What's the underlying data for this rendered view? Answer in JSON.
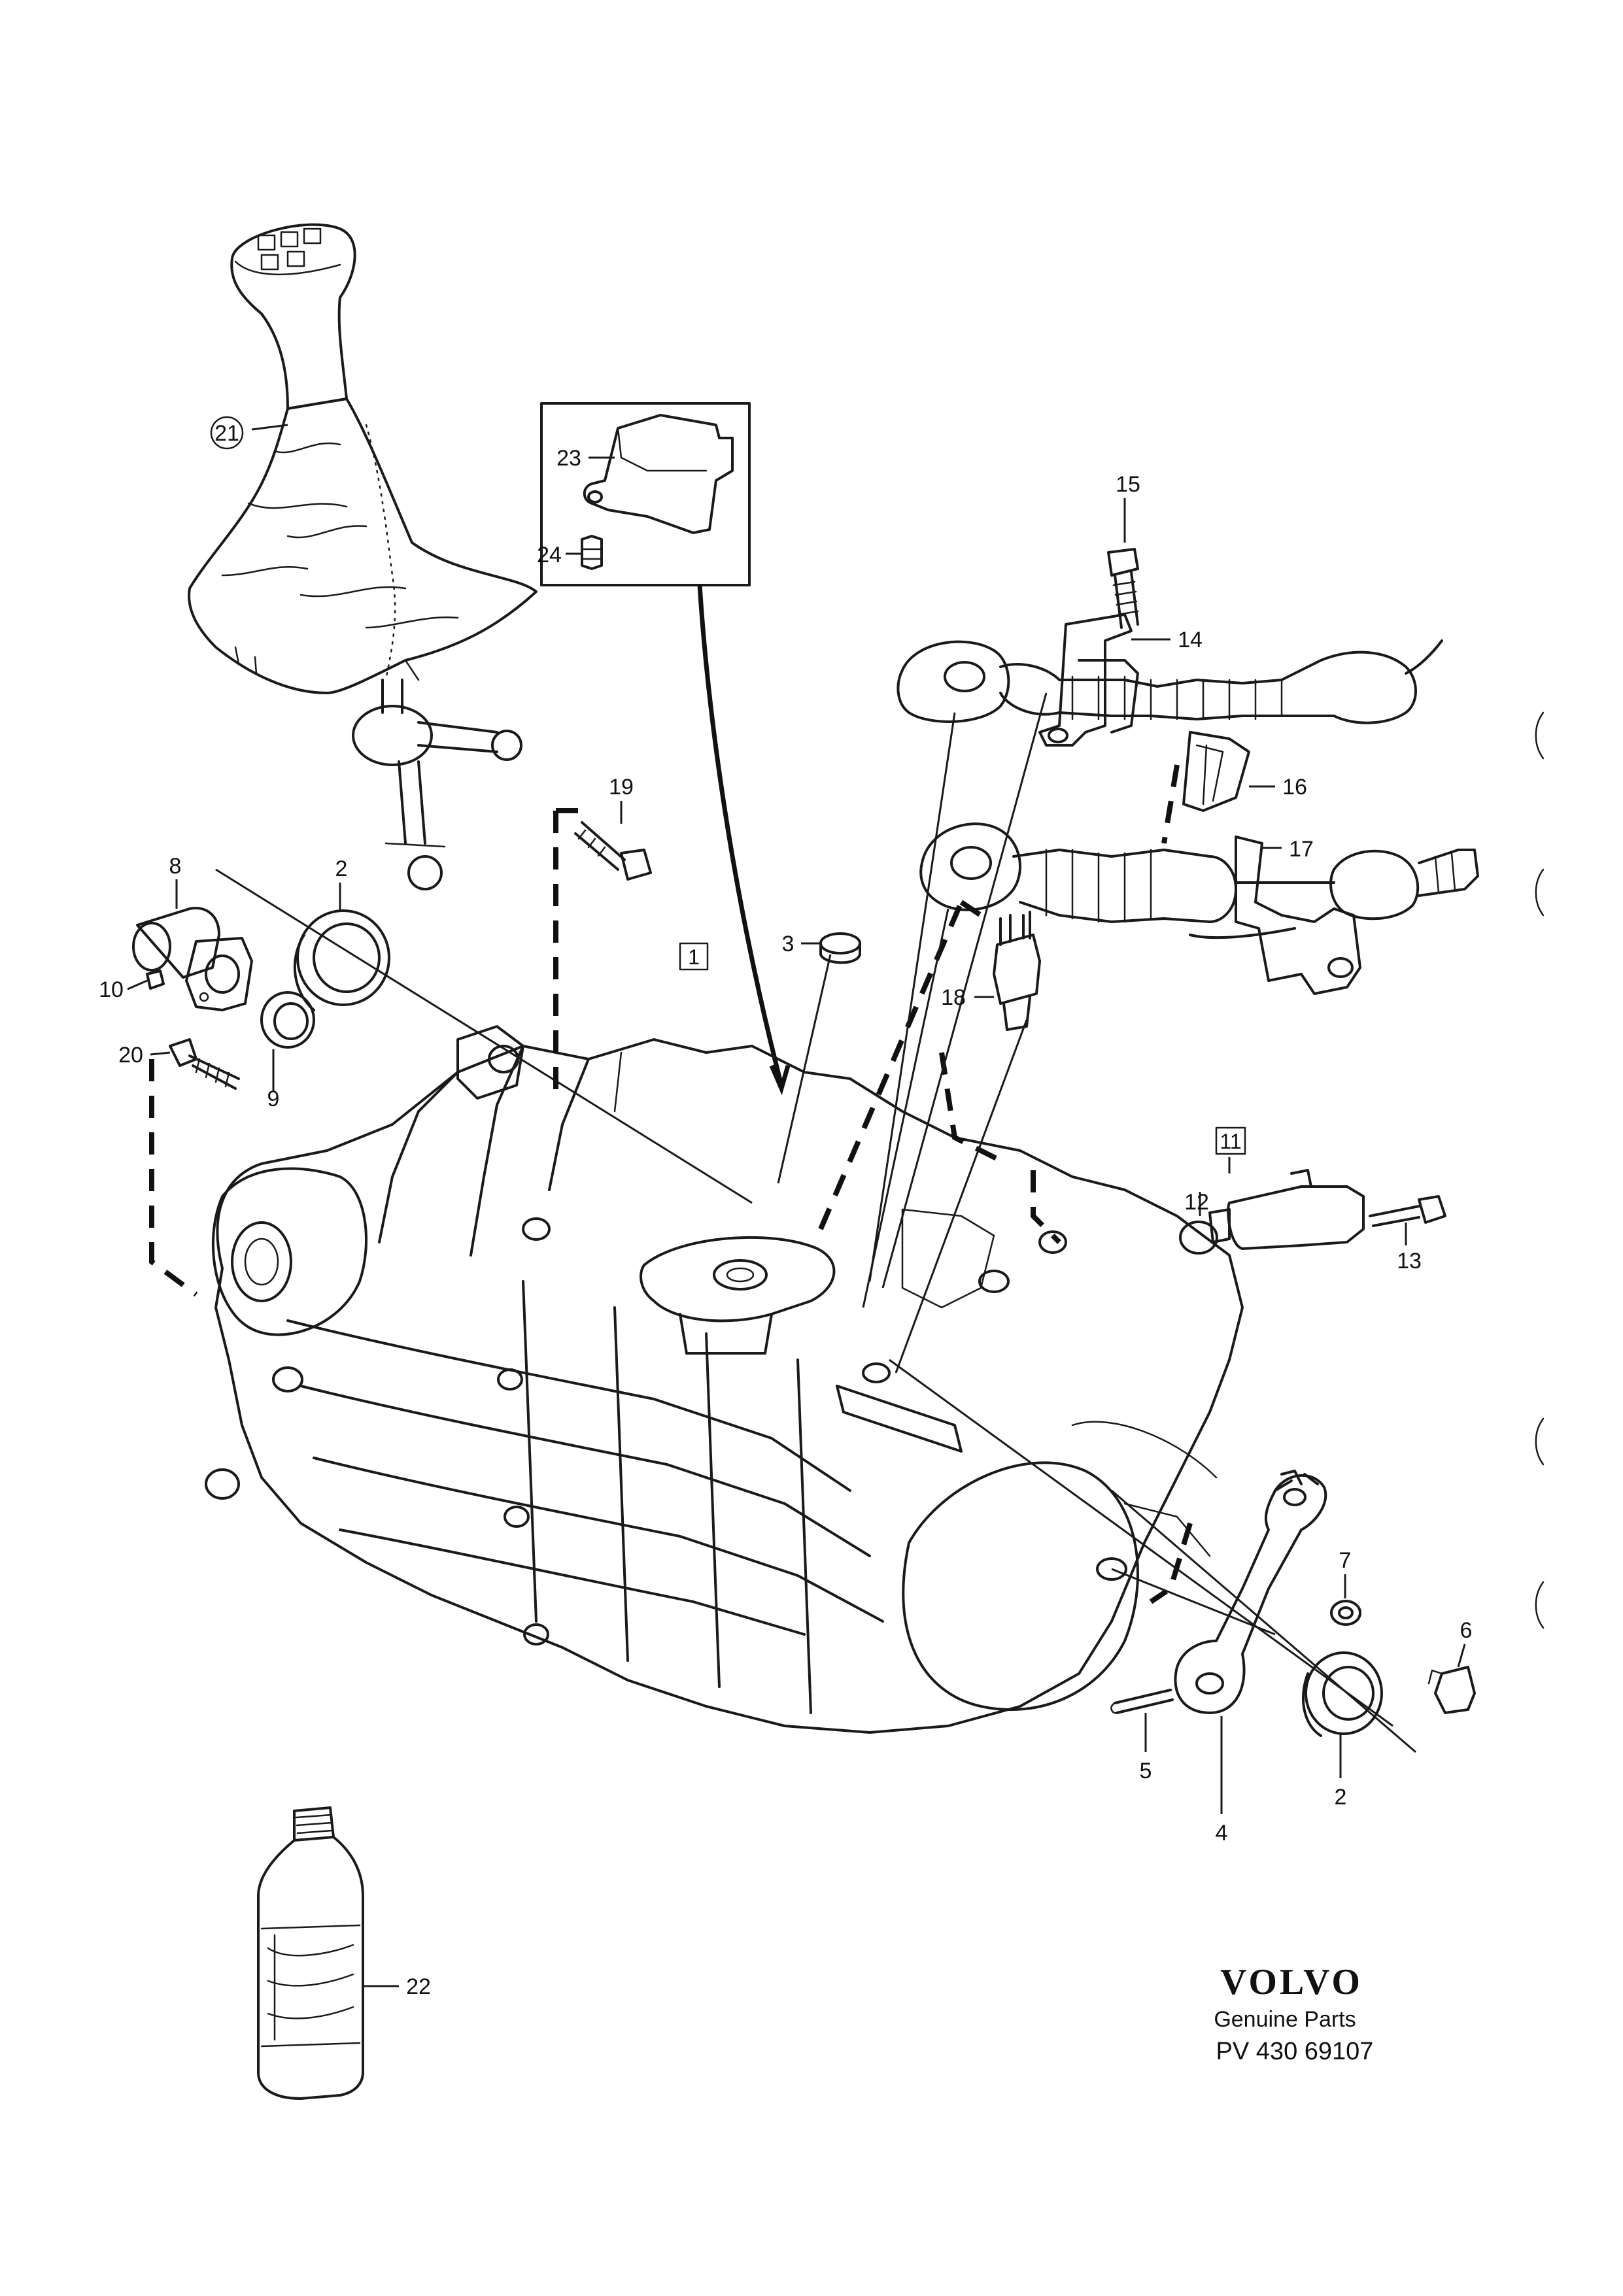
{
  "callouts": {
    "c1": "1",
    "c2a": "2",
    "c2b": "2",
    "c3": "3",
    "c4": "4",
    "c5": "5",
    "c6": "6",
    "c7": "7",
    "c8": "8",
    "c9": "9",
    "c10": "10",
    "c11": "11",
    "c12": "12",
    "c13": "13",
    "c14": "14",
    "c15": "15",
    "c16": "16",
    "c17": "17",
    "c18": "18",
    "c19": "19",
    "c20": "20",
    "c21": "21",
    "c22": "22",
    "c23": "23",
    "c24": "24"
  },
  "branding": {
    "brand": "VOLVO",
    "subtitle": "Genuine Parts",
    "reference": "PV 430 69107"
  }
}
